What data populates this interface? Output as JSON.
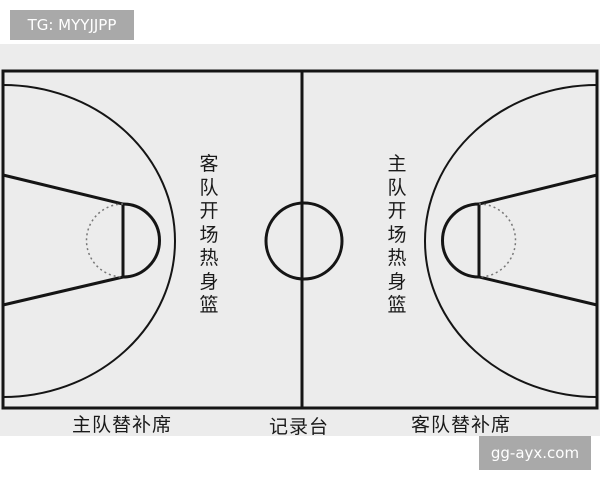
{
  "watermarks": {
    "top": "TG: MYYJJPP",
    "bottom": "gg-ayx.com"
  },
  "court": {
    "left_zone_label": "客队开场热身篮",
    "right_zone_label": "主队开场热身篮",
    "left_bench_label": "主队替补席",
    "scorer_table_label": "记录台",
    "right_bench_label": "客队替补席"
  },
  "colors": {
    "line": "#151515",
    "floor": "#ececec",
    "watermark_bg": "#a9a9a9"
  }
}
